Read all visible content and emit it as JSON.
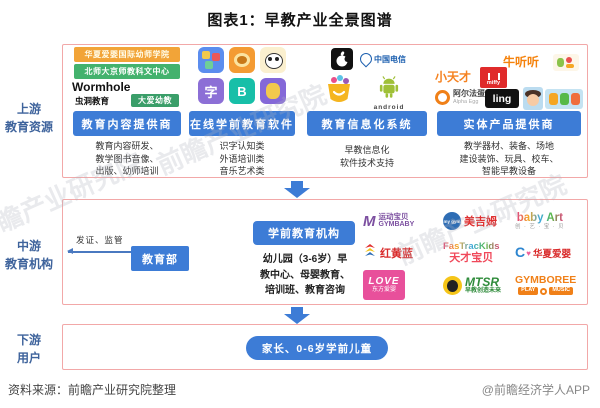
{
  "title": "图表1：早教产业全景图谱",
  "watermark": {
    "text": "前瞻产业研究院"
  },
  "colors": {
    "accent_blue": "#3D7CD6",
    "side_label_blue": "#3E639C",
    "box_border_pink": "#F2A8A8",
    "source_text": "#444444"
  },
  "upstream": {
    "side_label": "上游\n教育资源",
    "columns": [
      {
        "label": "教育内容提供商",
        "desc": "教育内容研发、\n教学图书音像、\n出版、幼师培训",
        "logos": {
          "huaxia_academy": "华夏爱婴国际幼师学院",
          "bnu_center": "北师大京师教科文中心",
          "wormhole_en": "Wormhole",
          "wormhole_cn": "虫洞教育",
          "daai_preschool": "大爱幼教"
        }
      },
      {
        "label": "在线学前教育软件",
        "desc": "识字认知类\n外语培训类\n音乐艺术类",
        "icon_glyphs": {
          "zi": "字",
          "b": "B"
        }
      },
      {
        "label": "教育信息化系统",
        "desc": "早教信息化\n软件技术支持",
        "logos": {
          "telecom": "中国电信",
          "android": "android"
        }
      },
      {
        "label": "实体产品提供商",
        "desc": "教学器材、装备、场地\n建设装饰、玩具、校车、\n智能早教设备",
        "logos": {
          "niutingting": "牛听听",
          "xiaotiancai": "小天才",
          "miffy": "miffy",
          "alpha_egg_cn": "阿尔法蛋",
          "alpha_egg_en": "Alpha Egg",
          "ling": "ling"
        }
      }
    ]
  },
  "midstream": {
    "side_label": "中游\n教育机构",
    "regulator_arrow_label": "发证、监管",
    "regulator_box": "教育部",
    "institution_label": "学前教育机构",
    "institution_desc": "幼儿园（3-6岁）早\n教中心、母婴教育、\n培训班、教育咨询",
    "logos": {
      "gymbaby_icon": "M",
      "gymbaby_cn": "运动宝贝",
      "gymbaby_en": "GYMBABY",
      "mygym": "my gym",
      "meijimu": "美吉姆",
      "babyart": "baby Art",
      "babyart_sub": "创 · 艺 · 宝 · 贝",
      "honghuanglan": "红黄蓝",
      "fastrackids": "FasTracKids",
      "tiancai": "天才宝贝",
      "huaxia_icon": "C",
      "huaxia_heart": "♥",
      "huaxia_aiying": "华夏爱婴",
      "love": "LOVE",
      "dongfang_aiying": "东方爱婴",
      "mtsr": "MTSR",
      "mtsr_sub": "早教创造未来",
      "gymboree": "GYMBOREE",
      "play": "PLAY",
      "music": "MUSIC"
    }
  },
  "downstream": {
    "side_label": "下游\n用户",
    "button": "家长、0-6岁学前儿童"
  },
  "footer": {
    "source": "资料来源：前瞻产业研究院整理",
    "credit": "@前瞻经济学人APP"
  }
}
